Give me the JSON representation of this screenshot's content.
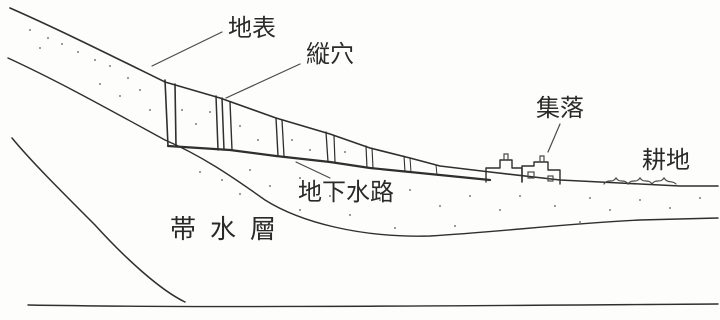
{
  "labels": {
    "surface": "地表",
    "shaft": "縦穴",
    "village": "集落",
    "farmland": "耕地",
    "underground_channel": "地下水路",
    "aquifer": "帯水層"
  },
  "colors": {
    "ink": "#2f2f2f",
    "paper": "#fdfdfb"
  }
}
